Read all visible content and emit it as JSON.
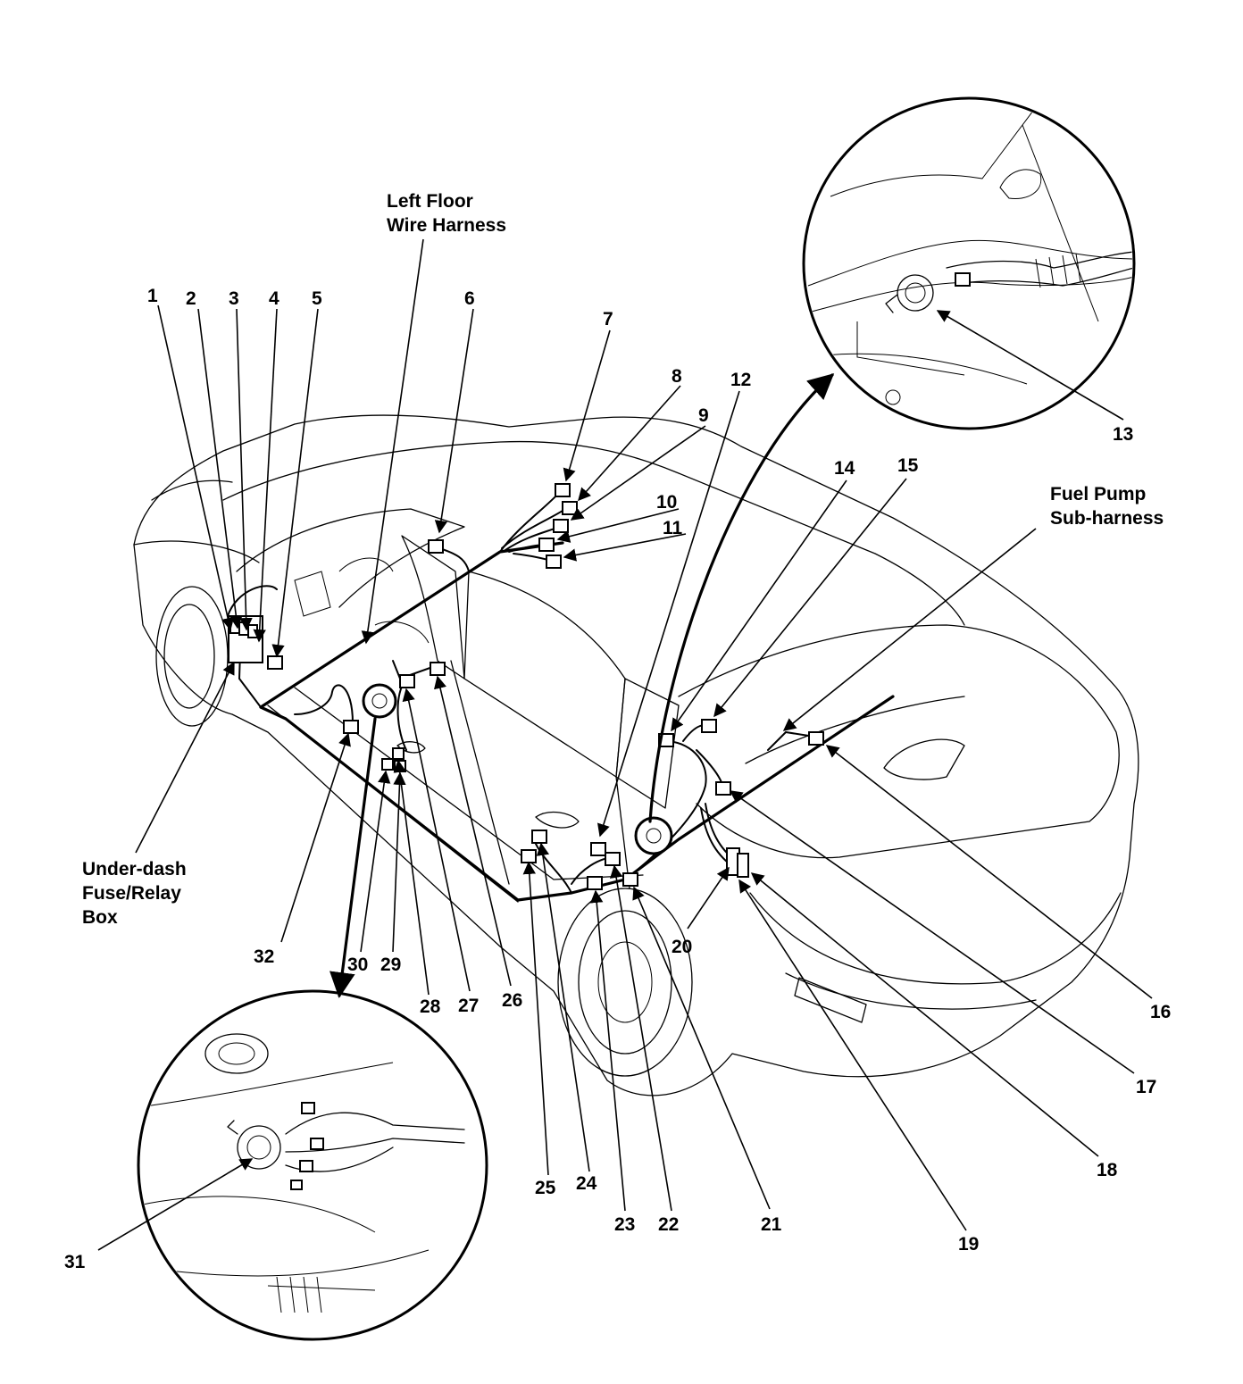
{
  "labels": {
    "left_floor_line1": "Left Floor",
    "left_floor_line2": "Wire Harness",
    "fuel_pump_line1": "Fuel Pump",
    "fuel_pump_line2": "Sub-harness",
    "underdash_line1": "Under-dash",
    "underdash_line2": "Fuse/Relay",
    "underdash_line3": "Box"
  },
  "callouts": [
    "1",
    "2",
    "3",
    "4",
    "5",
    "6",
    "7",
    "8",
    "9",
    "10",
    "11",
    "12",
    "13",
    "14",
    "15",
    "16",
    "17",
    "18",
    "19",
    "20",
    "21",
    "22",
    "23",
    "24",
    "25",
    "26",
    "27",
    "28",
    "29",
    "30",
    "31",
    "32"
  ]
}
